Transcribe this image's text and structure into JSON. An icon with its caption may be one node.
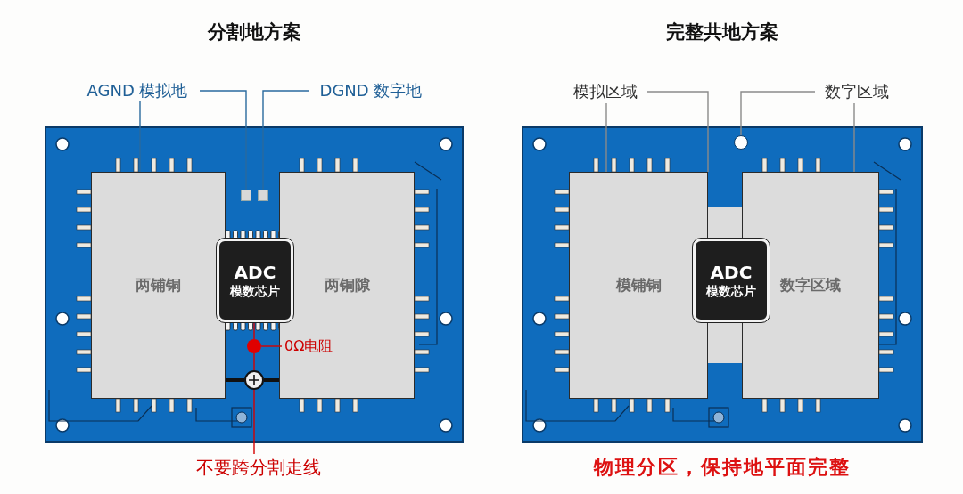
{
  "diagram": {
    "nodes": [
      {
        "text": [],
        "shape": "box"
      },
      {
        "text": [
          "两铺铜"
        ],
        "in": 0
      },
      {
        "text": [
          "两铜隙"
        ],
        "in": 0
      },
      {
        "text": [
          "ADC",
          "模数芯片"
        ],
        "in": 0
      },
      {
        "text": [
          "AGND 模拟地"
        ]
      },
      {
        "text": [
          "DGND 数字地"
        ]
      },
      {
        "text": [],
        "shape": "box",
        "in": 0
      },
      {
        "text": [],
        "shape": "box",
        "in": 0
      },
      {
        "text": [
          "0Ω电阻"
        ],
        "in": 2
      },
      {
        "text": [],
        "shape": "circle",
        "in": 0
      },
      {
        "text": [
          "不要跨分割走线"
        ]
      },
      {
        "text": [],
        "shape": "circle",
        "in": 0
      },
      {
        "text": [],
        "shape": "box"
      },
      {
        "text": [
          "模铺铜"
        ],
        "in": 12
      },
      {
        "text": [
          "数字区域"
        ],
        "in": 12
      },
      {
        "text": [
          "ADC",
          "模数芯片"
        ],
        "in": 12
      },
      {
        "text": [
          "模拟区域"
        ]
      },
      {
        "text": [
          "数字区域"
        ]
      },
      {
        "text": [],
        "shape": "circle",
        "in": 12
      }
    ],
    "edges": [
      {
        "from": 4,
        "to": 1,
        "arrow": "none",
        "color": "#2a6a9e"
      },
      {
        "from": 4,
        "to": 6,
        "arrow": "none",
        "color": "#2a6a9e"
      },
      {
        "from": 5,
        "to": 7,
        "arrow": "none",
        "color": "#2a6a9e"
      },
      {
        "from": 3,
        "to": 9,
        "arrow": "none",
        "color": "#d40000"
      },
      {
        "from": 8,
        "to": 9,
        "arrow": "none",
        "color": "#d40000"
      },
      {
        "from": 9,
        "to": 11,
        "arrow": "none",
        "color": "#d40000"
      },
      {
        "from": 10,
        "to": 11,
        "arrow": "none",
        "color": "#d40000"
      },
      {
        "from": 1,
        "to": 11,
        "arrow": "none",
        "style": "thick",
        "color": "#111111"
      },
      {
        "from": 11,
        "to": 2,
        "arrow": "none",
        "style": "thick",
        "color": "#111111"
      },
      {
        "from": 16,
        "to": 13,
        "arrow": "none",
        "color": "#8a8a8a"
      },
      {
        "from": 16,
        "to": 13,
        "arrow": "none",
        "color": "#8a8a8a"
      },
      {
        "from": 17,
        "to": 18,
        "arrow": "none",
        "color": "#8a8a8a"
      },
      {
        "from": 17,
        "to": 14,
        "arrow": "none",
        "color": "#8a8a8a"
      }
    ],
    "labels": [
      "分割地方案",
      "完整共地方案",
      "物理分区，保持地平面完整"
    ]
  }
}
